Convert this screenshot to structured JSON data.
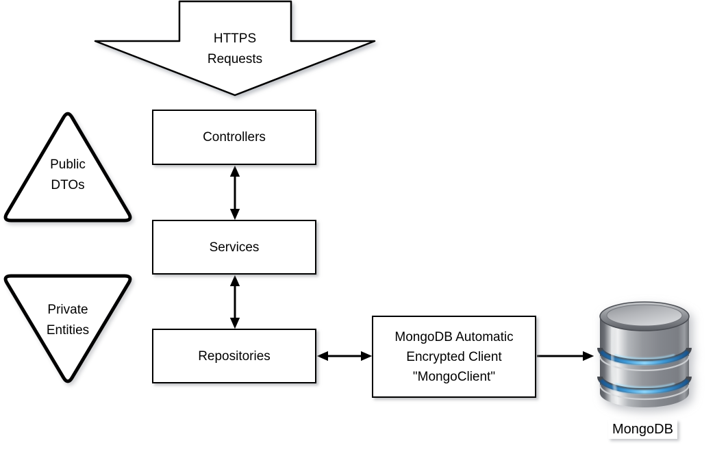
{
  "https_arrow": {
    "line1": "HTTPS",
    "line2": "Requests"
  },
  "triangles": {
    "public_dtos": {
      "line1": "Public",
      "line2": "DTOs"
    },
    "private_entities": {
      "line1": "Private",
      "line2": "Entities"
    }
  },
  "layers": {
    "controllers": "Controllers",
    "services": "Services",
    "repositories": "Repositories"
  },
  "client_box": {
    "line1": "MongoDB Automatic",
    "line2": "Encrypted Client",
    "line3": "\"MongoClient\""
  },
  "database": {
    "label": "MongoDB"
  },
  "icons": {
    "database_icon": "mongodb-database-cylinder"
  },
  "colors": {
    "stroke": "#000000",
    "shape_fill": "#ffffff",
    "db_blue_accent": "#58b0e8",
    "db_metal": "#8d9095"
  }
}
